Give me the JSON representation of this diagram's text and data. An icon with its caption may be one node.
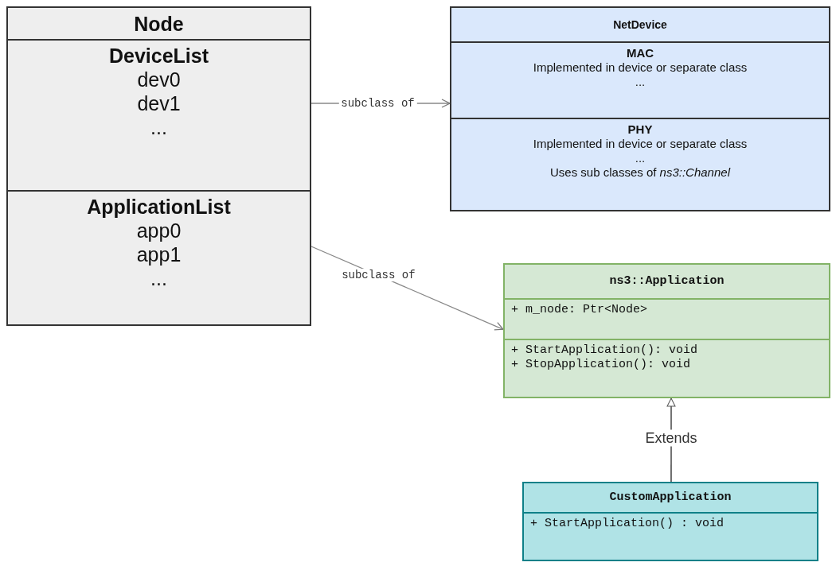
{
  "diagram": {
    "nodes": [
      {
        "text": [
          "Node",
          "DeviceList",
          "dev0",
          "dev1",
          "...",
          "ApplicationList",
          "app0",
          "app1",
          "..."
        ]
      },
      {
        "text": [
          "NetDevice",
          "MAC",
          "Implemented in device or separate class",
          "...",
          "PHY",
          "Implemented in device or separate class",
          "...",
          "Uses sub classes of *ns3::Channel*"
        ]
      },
      {
        "text": [
          "ns3::Application",
          "+ m_node: Ptr<Node>",
          "+ StartApplication(): void",
          "+ StopApplication(): void"
        ]
      },
      {
        "text": [
          "CustomApplication",
          "+ StartApplication() : void"
        ]
      }
    ],
    "edges": [
      {
        "from": 0,
        "to": 1,
        "arrow": "to",
        "label": "subclass of"
      },
      {
        "from": 0,
        "to": 2,
        "arrow": "to",
        "label": "subclass of"
      },
      {
        "from": 3,
        "to": 2,
        "arrow": "to",
        "label": "Extends",
        "color": "#222222"
      }
    ]
  }
}
